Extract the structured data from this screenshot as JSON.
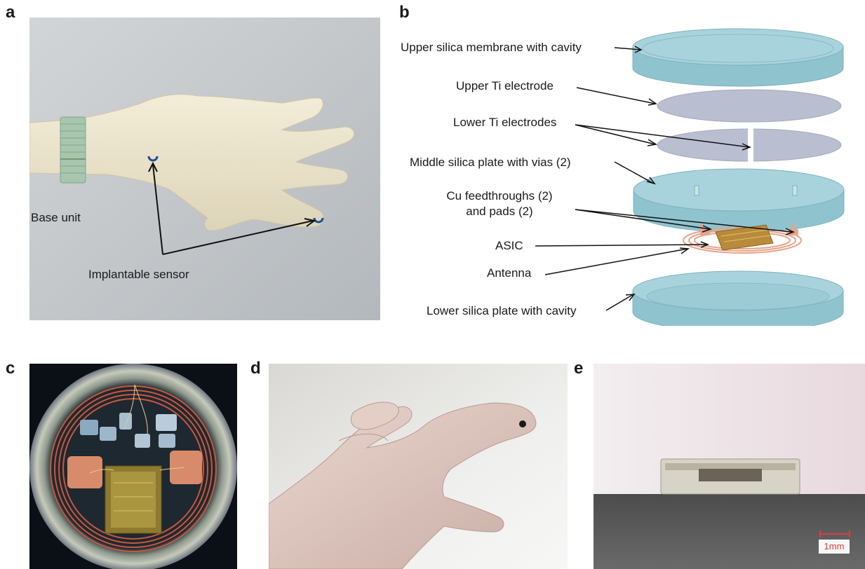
{
  "panels": {
    "a": {
      "letter": "a",
      "labels": {
        "base_unit": "Base unit",
        "implantable_sensor": "Implantable sensor"
      }
    },
    "b": {
      "letter": "b",
      "labels": {
        "upper_membrane": "Upper silica membrane with cavity",
        "upper_electrode": "Upper Ti electrode",
        "lower_electrodes": "Lower Ti electrodes",
        "middle_plate": "Middle silica plate with vias (2)",
        "feedthroughs_line1": "Cu feedthroughs (2)",
        "feedthroughs_line2": "and pads (2)",
        "asic": "ASIC",
        "antenna": "Antenna",
        "lower_plate": "Lower silica plate with cavity"
      }
    },
    "c": {
      "letter": "c"
    },
    "d": {
      "letter": "d"
    },
    "e": {
      "letter": "e",
      "scale_bar": "1mm"
    }
  },
  "colors": {
    "silica": "#a9d3dc",
    "electrode": "#b9bfd0",
    "copper": "#e6a48a",
    "asic": "#b88a3a",
    "skin": "#efe8d2"
  }
}
